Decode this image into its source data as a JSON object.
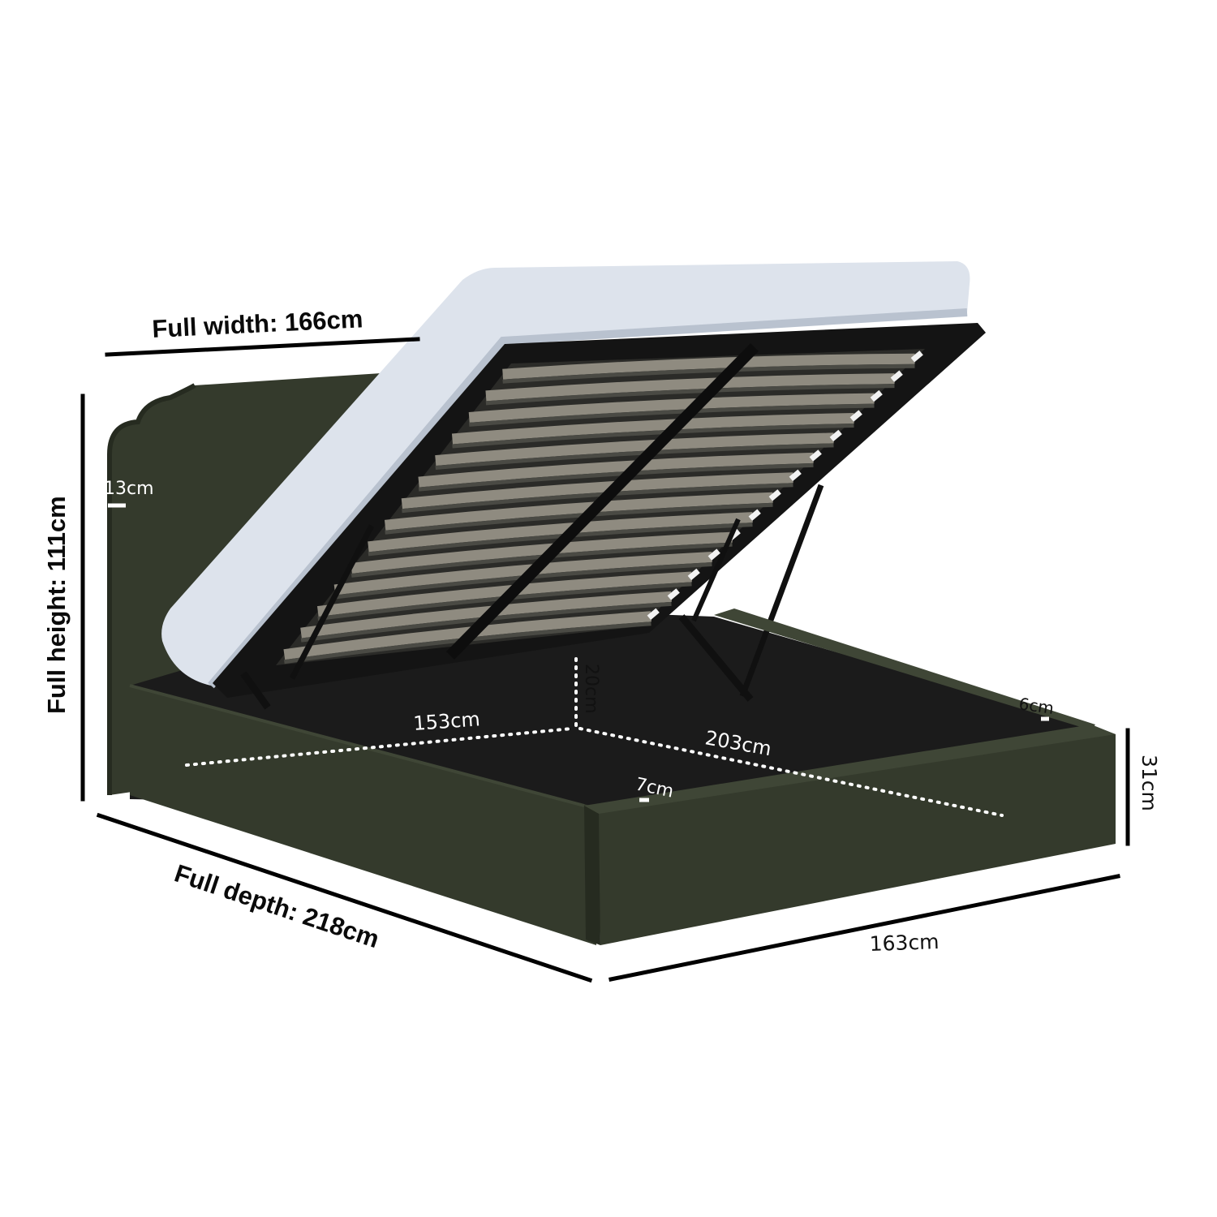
{
  "colors": {
    "fabric": "#343a2c",
    "fabric_dark": "#262b20",
    "fabric_light": "#3f4636",
    "mattress": "#dde3ec",
    "mattress_shadow": "#b9c2cf",
    "frame": "#141414",
    "slat": "#8f8b80",
    "slat_dark": "#4a4a44",
    "storage": "#1b1b1b",
    "dimension_line": "#000000"
  },
  "labels": {
    "full_width": "Full width: 166cm",
    "full_height": "Full height: 111cm",
    "full_depth": "Full depth: 218cm",
    "front_width": "163cm",
    "side_height": "31cm",
    "headboard_thickness": "13cm",
    "storage_depth": "20cm",
    "inner_width": "153cm",
    "inner_length": "203cm",
    "side_rail": "6cm",
    "front_rail": "7cm"
  }
}
